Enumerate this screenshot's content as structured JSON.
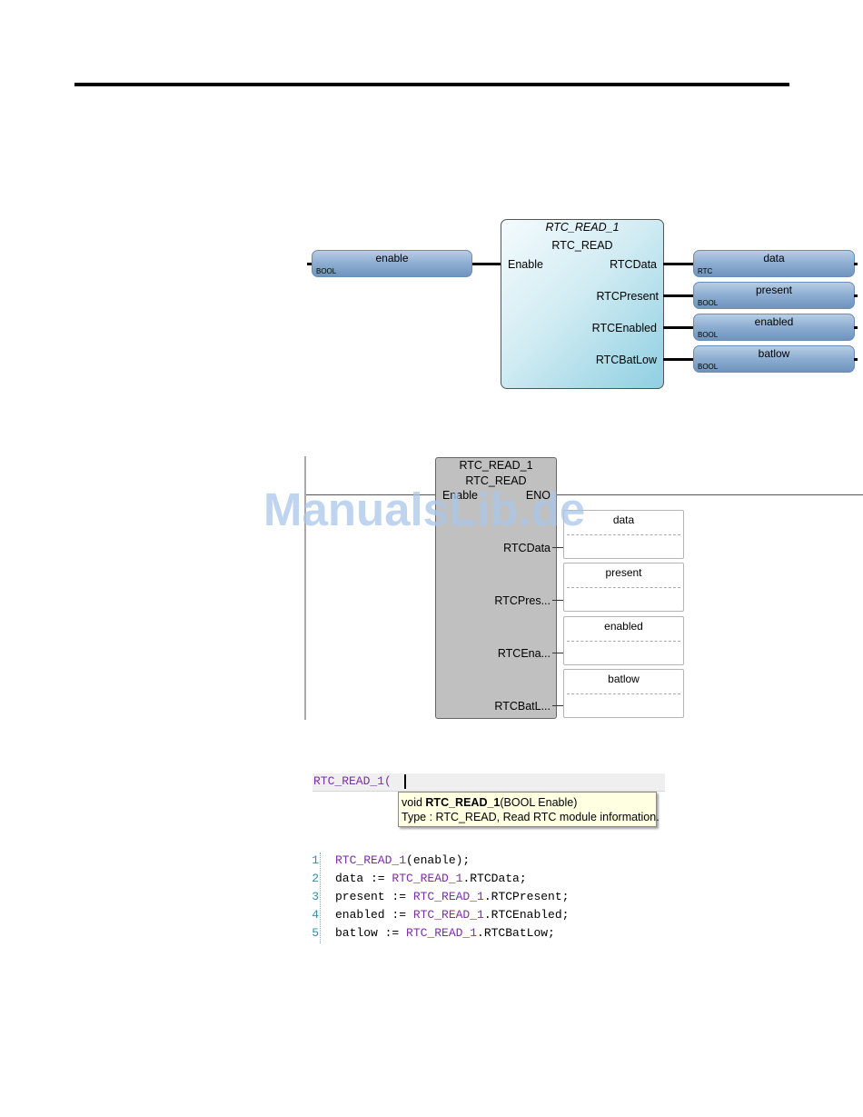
{
  "fbd": {
    "instance": "RTC_READ_1",
    "type": "RTC_READ",
    "input": {
      "pin": "Enable",
      "var": "enable",
      "var_type": "BOOL"
    },
    "outputs": [
      {
        "pin": "RTCData",
        "var": "data",
        "var_type": "RTC"
      },
      {
        "pin": "RTCPresent",
        "var": "present",
        "var_type": "BOOL"
      },
      {
        "pin": "RTCEnabled",
        "var": "enabled",
        "var_type": "BOOL"
      },
      {
        "pin": "RTCBatLow",
        "var": "batlow",
        "var_type": "BOOL"
      }
    ]
  },
  "ld": {
    "instance": "RTC_READ_1",
    "type": "RTC_READ",
    "enable_pin": "Enable",
    "eno_pin": "ENO",
    "outputs": [
      {
        "pin": "RTCData",
        "var": "data"
      },
      {
        "pin": "RTCPres...",
        "var": "present"
      },
      {
        "pin": "RTCEna...",
        "var": "enabled"
      },
      {
        "pin": "RTCBatL...",
        "var": "batlow"
      }
    ]
  },
  "watermark": "ManualsLib.de",
  "editor": {
    "typed": "RTC_READ_1(",
    "tooltip": {
      "line1_prefix": "void ",
      "line1_name": "RTC_READ_1",
      "line1_suffix": "(BOOL Enable)",
      "line2": "Type : RTC_READ, Read RTC module information."
    }
  },
  "code": {
    "lines": [
      {
        "no": "1",
        "pre": "",
        "ref": "RTC_READ_1",
        "post": "(enable);"
      },
      {
        "no": "2",
        "pre": "data := ",
        "ref": "RTC_READ_1",
        "post": ".RTCData;"
      },
      {
        "no": "3",
        "pre": "present := ",
        "ref": "RTC_READ_1",
        "post": ".RTCPresent;"
      },
      {
        "no": "4",
        "pre": "enabled := ",
        "ref": "RTC_READ_1",
        "post": ".RTCEnabled;"
      },
      {
        "no": "5",
        "pre": "batlow := ",
        "ref": "RTC_READ_1",
        "post": ".RTCBatLow;"
      }
    ]
  }
}
